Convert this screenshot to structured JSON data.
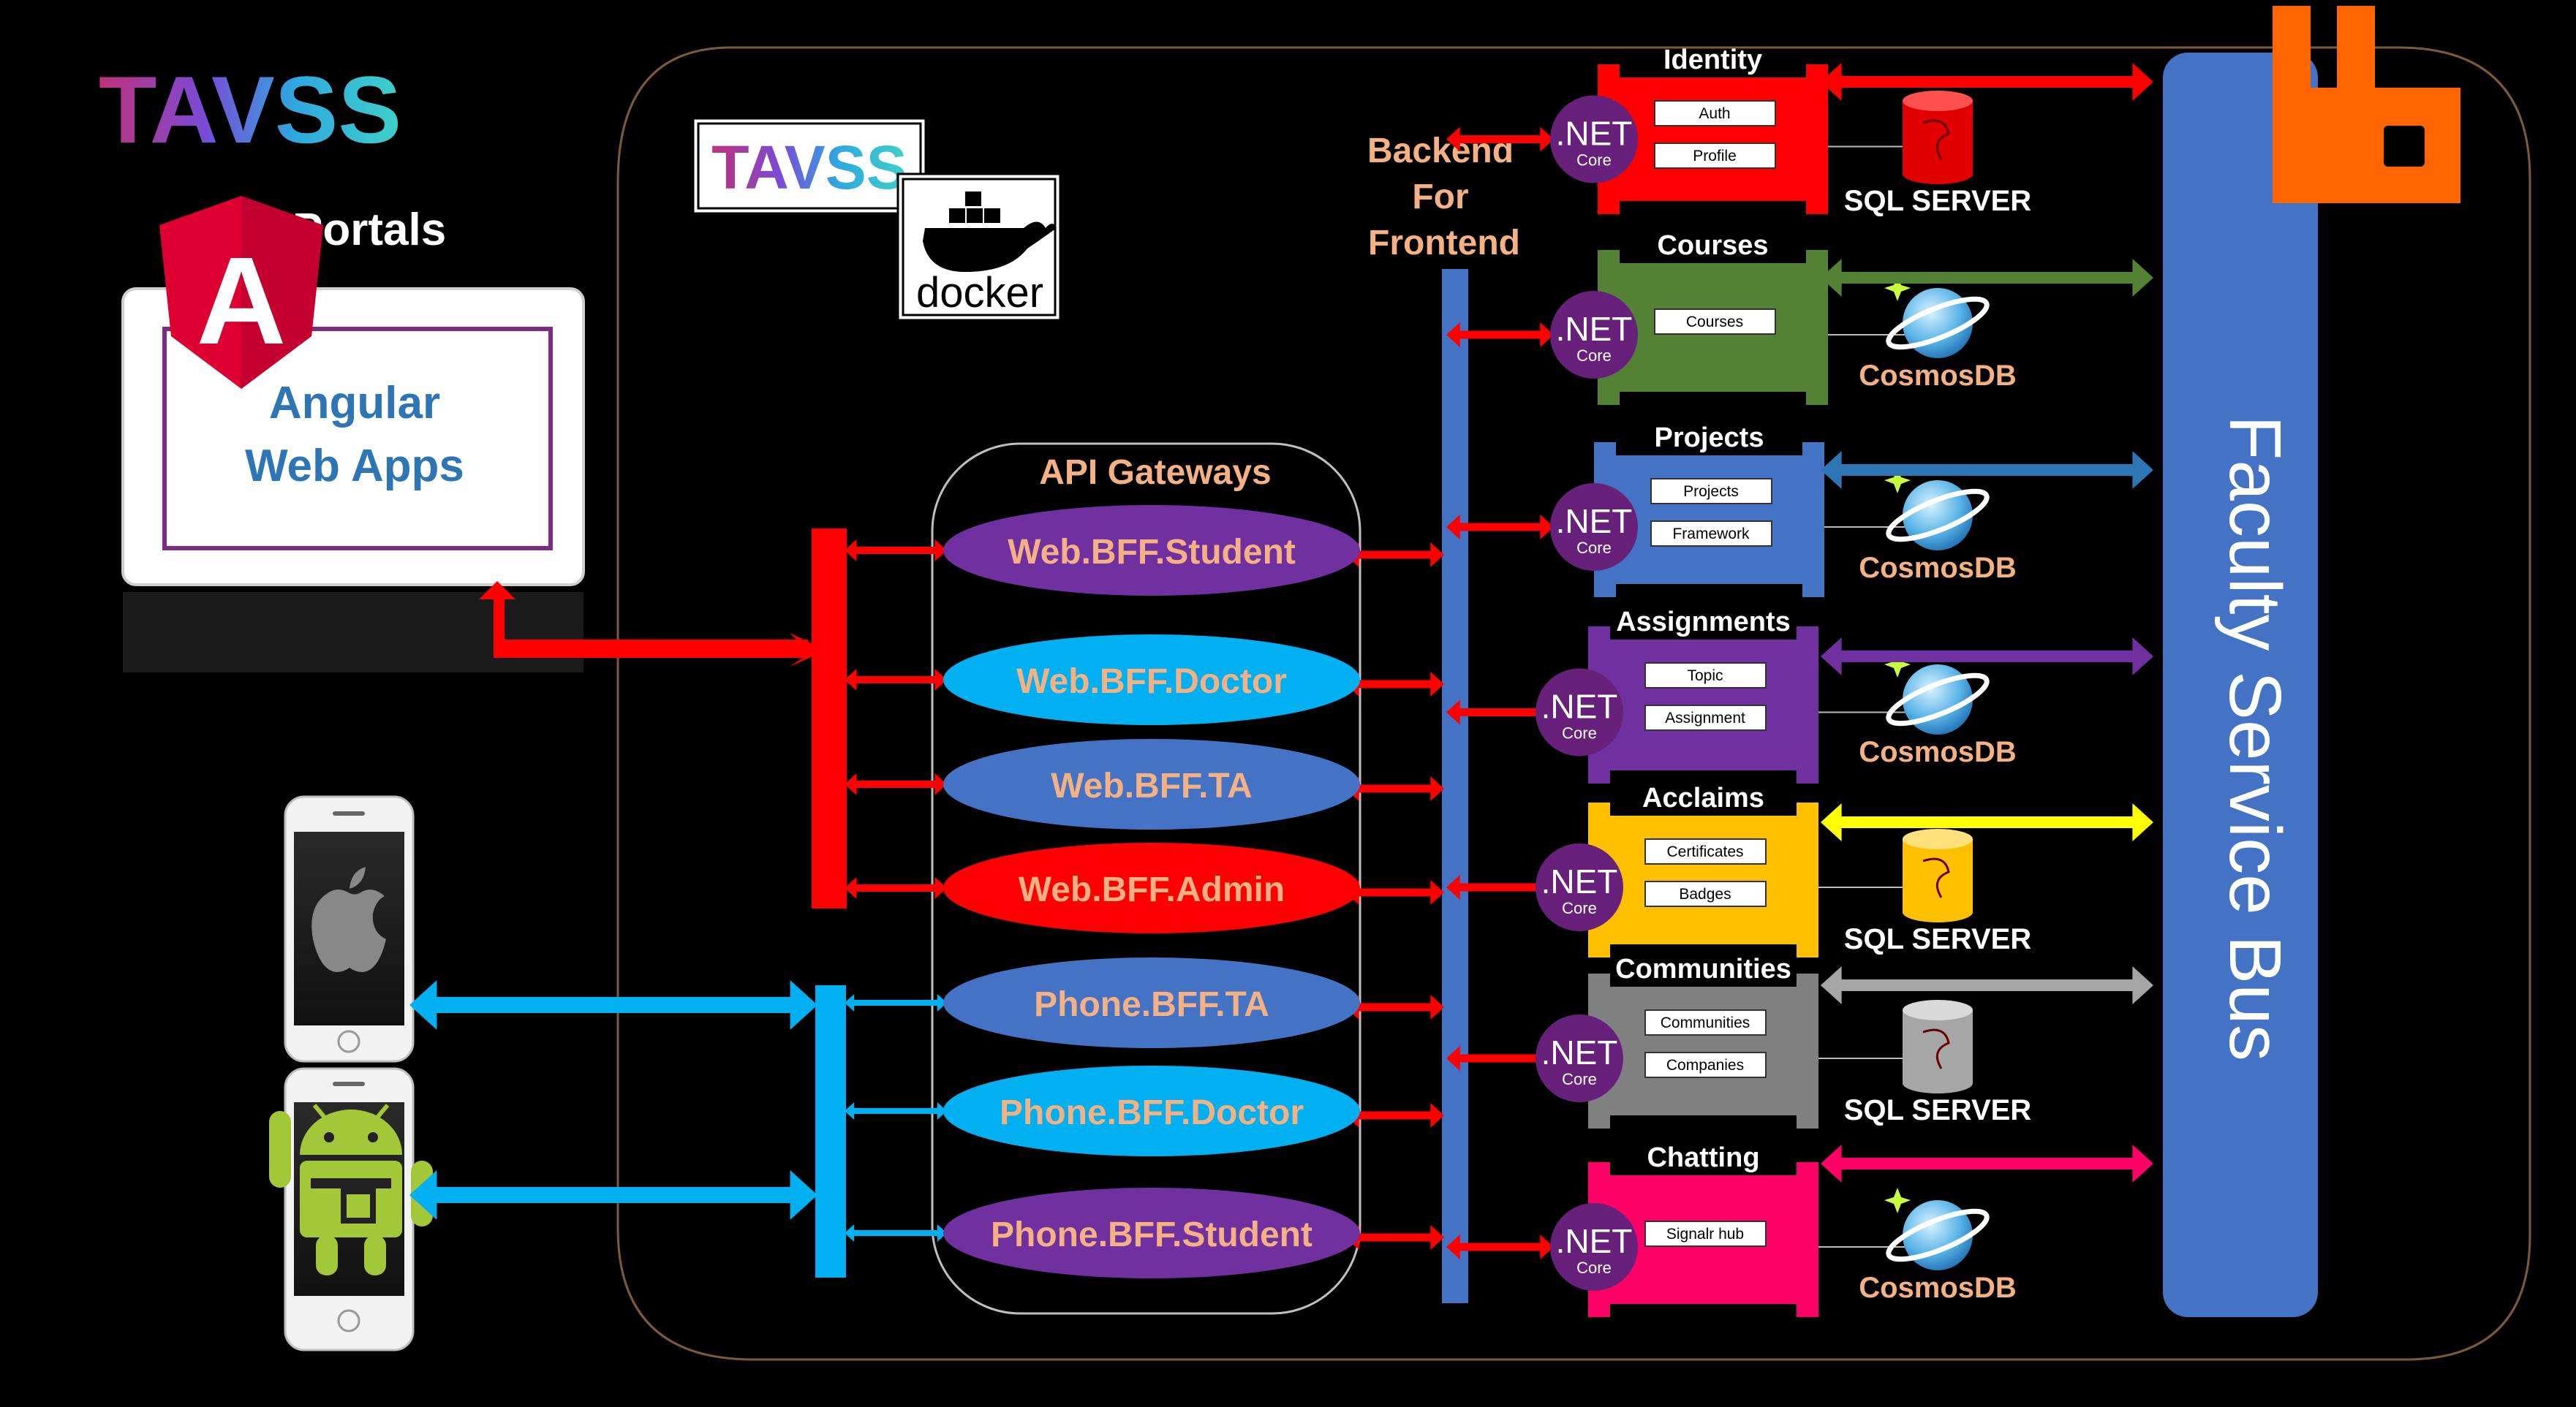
{
  "brand": {
    "logo_text": "TAVSS",
    "docker_logo_text": "docker"
  },
  "portals": {
    "title": "Portals",
    "web_apps_line1": "Angular",
    "web_apps_line2": "Web Apps"
  },
  "bff_label": {
    "line1": "Backend",
    "line2": "For",
    "line3": "Frontend"
  },
  "gateways": {
    "title": "API Gateways",
    "items": [
      {
        "label": "Web.BFF.Student",
        "color": "#7030a0",
        "text_color": "#f4b183"
      },
      {
        "label": "Web.BFF.Doctor",
        "color": "#00b0f0",
        "text_color": "#f4b183"
      },
      {
        "label": "Web.BFF.TA",
        "color": "#4472c4",
        "text_color": "#f4b183"
      },
      {
        "label": "Web.BFF.Admin",
        "color": "#ff0000",
        "text_color": "#f4b183"
      },
      {
        "label": "Phone.BFF.TA",
        "color": "#4472c4",
        "text_color": "#f4b183"
      },
      {
        "label": "Phone.BFF.Doctor",
        "color": "#00b0f0",
        "text_color": "#f4b183"
      },
      {
        "label": "Phone.BFF.Student",
        "color": "#7030a0",
        "text_color": "#f4b183"
      }
    ]
  },
  "net_badge": {
    "main": ".NET",
    "sub": "Core"
  },
  "services": [
    {
      "title": "Identity",
      "color": "#ff0000",
      "modules": [
        "Auth",
        "Profile"
      ],
      "db": "SQL SERVER",
      "db_kind": "sql-red"
    },
    {
      "title": "Courses",
      "color": "#548235",
      "modules": [
        "Courses"
      ],
      "db": "CosmosDB",
      "db_kind": "cosmos"
    },
    {
      "title": "Projects",
      "color": "#4472c4",
      "modules": [
        "Projects",
        "Framework"
      ],
      "db": "CosmosDB",
      "db_kind": "cosmos"
    },
    {
      "title": "Assignments",
      "color": "#7030a0",
      "modules": [
        "Topic",
        "Assignment"
      ],
      "db": "CosmosDB",
      "db_kind": "cosmos"
    },
    {
      "title": "Acclaims",
      "color": "#ffc000",
      "modules": [
        "Certificates",
        "Badges"
      ],
      "db": "SQL SERVER",
      "db_kind": "sql-yellow"
    },
    {
      "title": "Communities",
      "color": "#808080",
      "modules": [
        "Communities",
        "Companies"
      ],
      "db": "SQL SERVER",
      "db_kind": "sql-gray"
    },
    {
      "title": "Chatting",
      "color": "#ff0066",
      "modules": [
        "Signalr hub"
      ],
      "db": "CosmosDB",
      "db_kind": "cosmos"
    }
  ],
  "bus": {
    "label": "Faculty Service Bus",
    "color": "#4472c4"
  },
  "colors": {
    "web_link": "#ff0000",
    "phone_link": "#00b0f0",
    "bff_bar": "#4472c4",
    "accent_text": "#f4b183",
    "rabbitmq": "#ff6600",
    "net_badge": "#68217a"
  },
  "bus_arrow_colors": [
    "#ff0000",
    "#548235",
    "#2e75b6",
    "#7030a0",
    "#ffff00",
    "#a6a6a6",
    "#ff0066"
  ],
  "icons": [
    "angular-icon",
    "apple-icon",
    "android-icon",
    "docker-icon",
    "rabbitmq-icon",
    "sql-server-icon",
    "cosmosdb-icon"
  ]
}
